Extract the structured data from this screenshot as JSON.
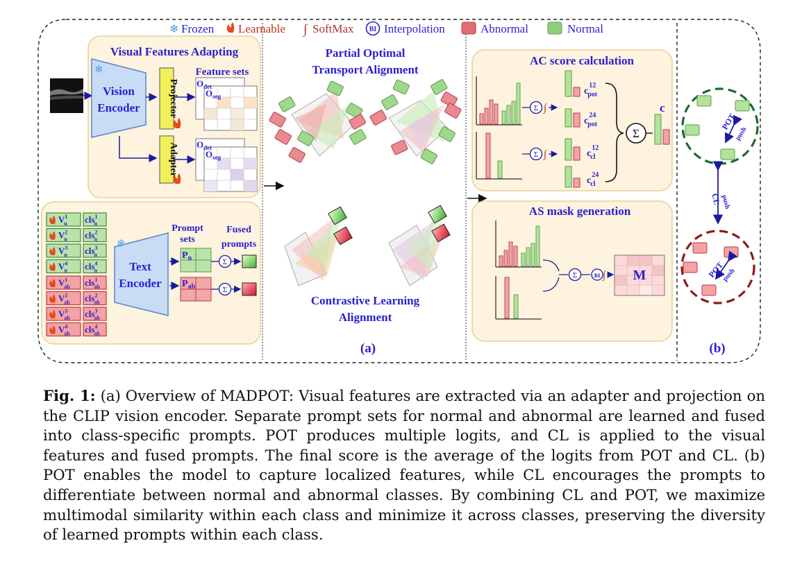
{
  "legend": {
    "frozen": "Frozen",
    "learnable": "Learnable",
    "softmax": "SoftMax",
    "interp_symbol": "BI",
    "interpolation": "Interpolation",
    "abnormal": "Abnormal",
    "normal": "Normal"
  },
  "visual": {
    "title": "Visual Features Adapting",
    "encoder_line1": "Vision",
    "encoder_line2": "Encoder",
    "projector": "Projector",
    "adapter": "Adapter",
    "feature_sets": "Feature sets",
    "o_det": "O",
    "o_det_sub": "det",
    "o_seg": "O",
    "o_seg_sub": "seg"
  },
  "text": {
    "encoder_line1": "Text",
    "encoder_line2": "Encoder",
    "prompt_sets_line1": "Prompt",
    "prompt_sets_line2": "sets",
    "fused_line1": "Fused",
    "fused_line2": "prompts",
    "p_n": "P",
    "p_n_sub": "n",
    "p_ab": "P",
    "p_ab_sub": "ab",
    "normal_tokens": [
      {
        "v": "V",
        "sup": "1",
        "sub": "n",
        "cls": "cls",
        "csup": "1",
        "csub": "n"
      },
      {
        "v": "V",
        "sup": "2",
        "sub": "n",
        "cls": "cls",
        "csup": "2",
        "csub": "n"
      },
      {
        "v": "V",
        "sup": "3",
        "sub": "n",
        "cls": "cls",
        "csup": "3",
        "csub": "n"
      },
      {
        "v": "V",
        "sup": "4",
        "sub": "n",
        "cls": "cls",
        "csup": "4",
        "csub": "n"
      }
    ],
    "abnormal_tokens": [
      {
        "v": "V",
        "sup": "1",
        "sub": "ab",
        "cls": "cls",
        "csup": "1",
        "csub": "ab"
      },
      {
        "v": "V",
        "sup": "2",
        "sub": "ab",
        "cls": "cls",
        "csup": "2",
        "csub": "ab"
      },
      {
        "v": "V",
        "sup": "3",
        "sub": "ab",
        "cls": "cls",
        "csup": "3",
        "csub": "ab"
      },
      {
        "v": "V",
        "sup": "4",
        "sub": "ab",
        "cls": "cls",
        "csup": "4",
        "csub": "ab"
      }
    ]
  },
  "middle": {
    "pot_title_line1": "Partial Optimal",
    "pot_title_line2": "Transport Alignment",
    "cl_title_line1": "Contrastive Learning",
    "cl_title_line2": "Alignment",
    "label_a": "(a)"
  },
  "ac": {
    "title": "AC score calculation",
    "c_pot12": "c",
    "c_pot12_sup": "12",
    "c_pot12_sub": "pot",
    "c_pot24": "c",
    "c_pot24_sup": "24",
    "c_pot24_sub": "pot",
    "c_cl12": "c",
    "c_cl12_sup": "12",
    "c_cl12_sub": "cl",
    "c_cl24": "c",
    "c_cl24_sup": "24",
    "c_cl24_sub": "cl",
    "c_final": "c",
    "sigma": "Σ"
  },
  "as": {
    "title": "AS  mask generation",
    "mask_label": "M"
  },
  "right": {
    "pot": "POT",
    "push": "push",
    "cl": "CL",
    "label_b": "(b)"
  },
  "caption": {
    "label": "Fig. 1:",
    "text": " (a) Overview of MADPOT: Visual features are extracted via an adapter and projection on the CLIP vision encoder. Separate prompt sets for normal and abnormal are learned and fused into class-specific prompts. POT produces multiple logits, and CL is applied to the visual features and fused prompts. The final score is the average of the logits from POT and CL. (b) POT enables the model to capture localized features, while CL encourages the prompts to differentiate between normal and abnormal classes. By combining CL and POT, we maximize multimodal similarity within each class and minimize it across classes, preserving the diversity of learned prompts within each class."
  },
  "colors": {
    "blue_text": "#2a1fd0",
    "panel_fill": "#fdf3de",
    "panel_stroke": "#e9cf96",
    "abnormal": "#e26d75",
    "normal": "#8fce7d",
    "learnable": "#e8481c",
    "frozen": "#4aa0e6",
    "encoder_fill": "#c8dcf6"
  }
}
